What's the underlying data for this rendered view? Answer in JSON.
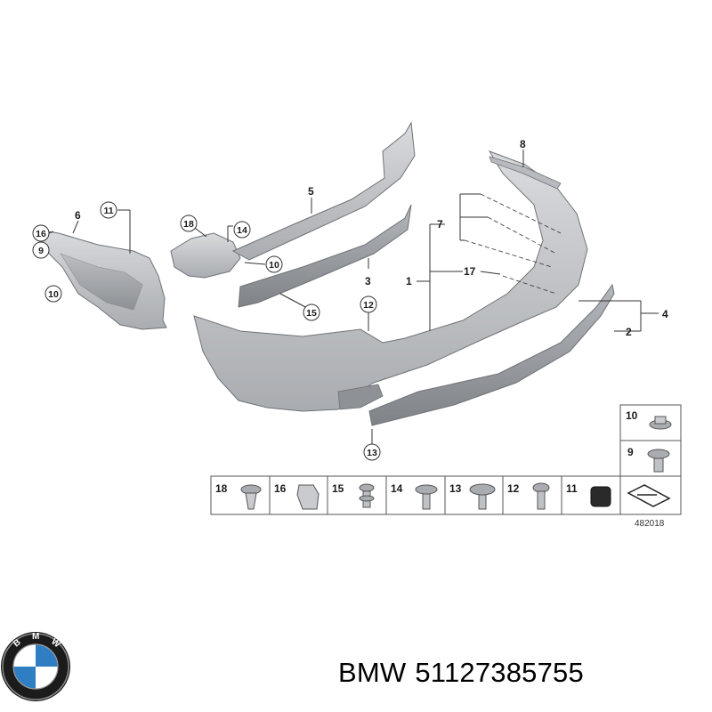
{
  "diagram": {
    "labels": {
      "p1": "1",
      "p2": "2",
      "p3": "3",
      "p4": "4",
      "p5": "5",
      "p6": "6",
      "p7": "7",
      "p8": "8",
      "p9": "9",
      "p10a": "10",
      "p10b": "10",
      "p11": "11",
      "p12": "12",
      "p13": "13",
      "p14": "14",
      "p15": "15",
      "p16": "16",
      "p17": "17",
      "p18": "18"
    },
    "hardware_row": [
      "18",
      "16",
      "15",
      "14",
      "13",
      "12",
      "11"
    ],
    "hardware_column": [
      "10",
      "9"
    ],
    "diagram_number": "482018"
  },
  "caption": {
    "brand": "BMW",
    "part_number": "51127385755"
  },
  "logo": {
    "text": "BMW"
  },
  "colors": {
    "part_fill": "#c9cbce",
    "part_stroke": "#6f7276",
    "logo_blue": "#2f7ec4"
  }
}
